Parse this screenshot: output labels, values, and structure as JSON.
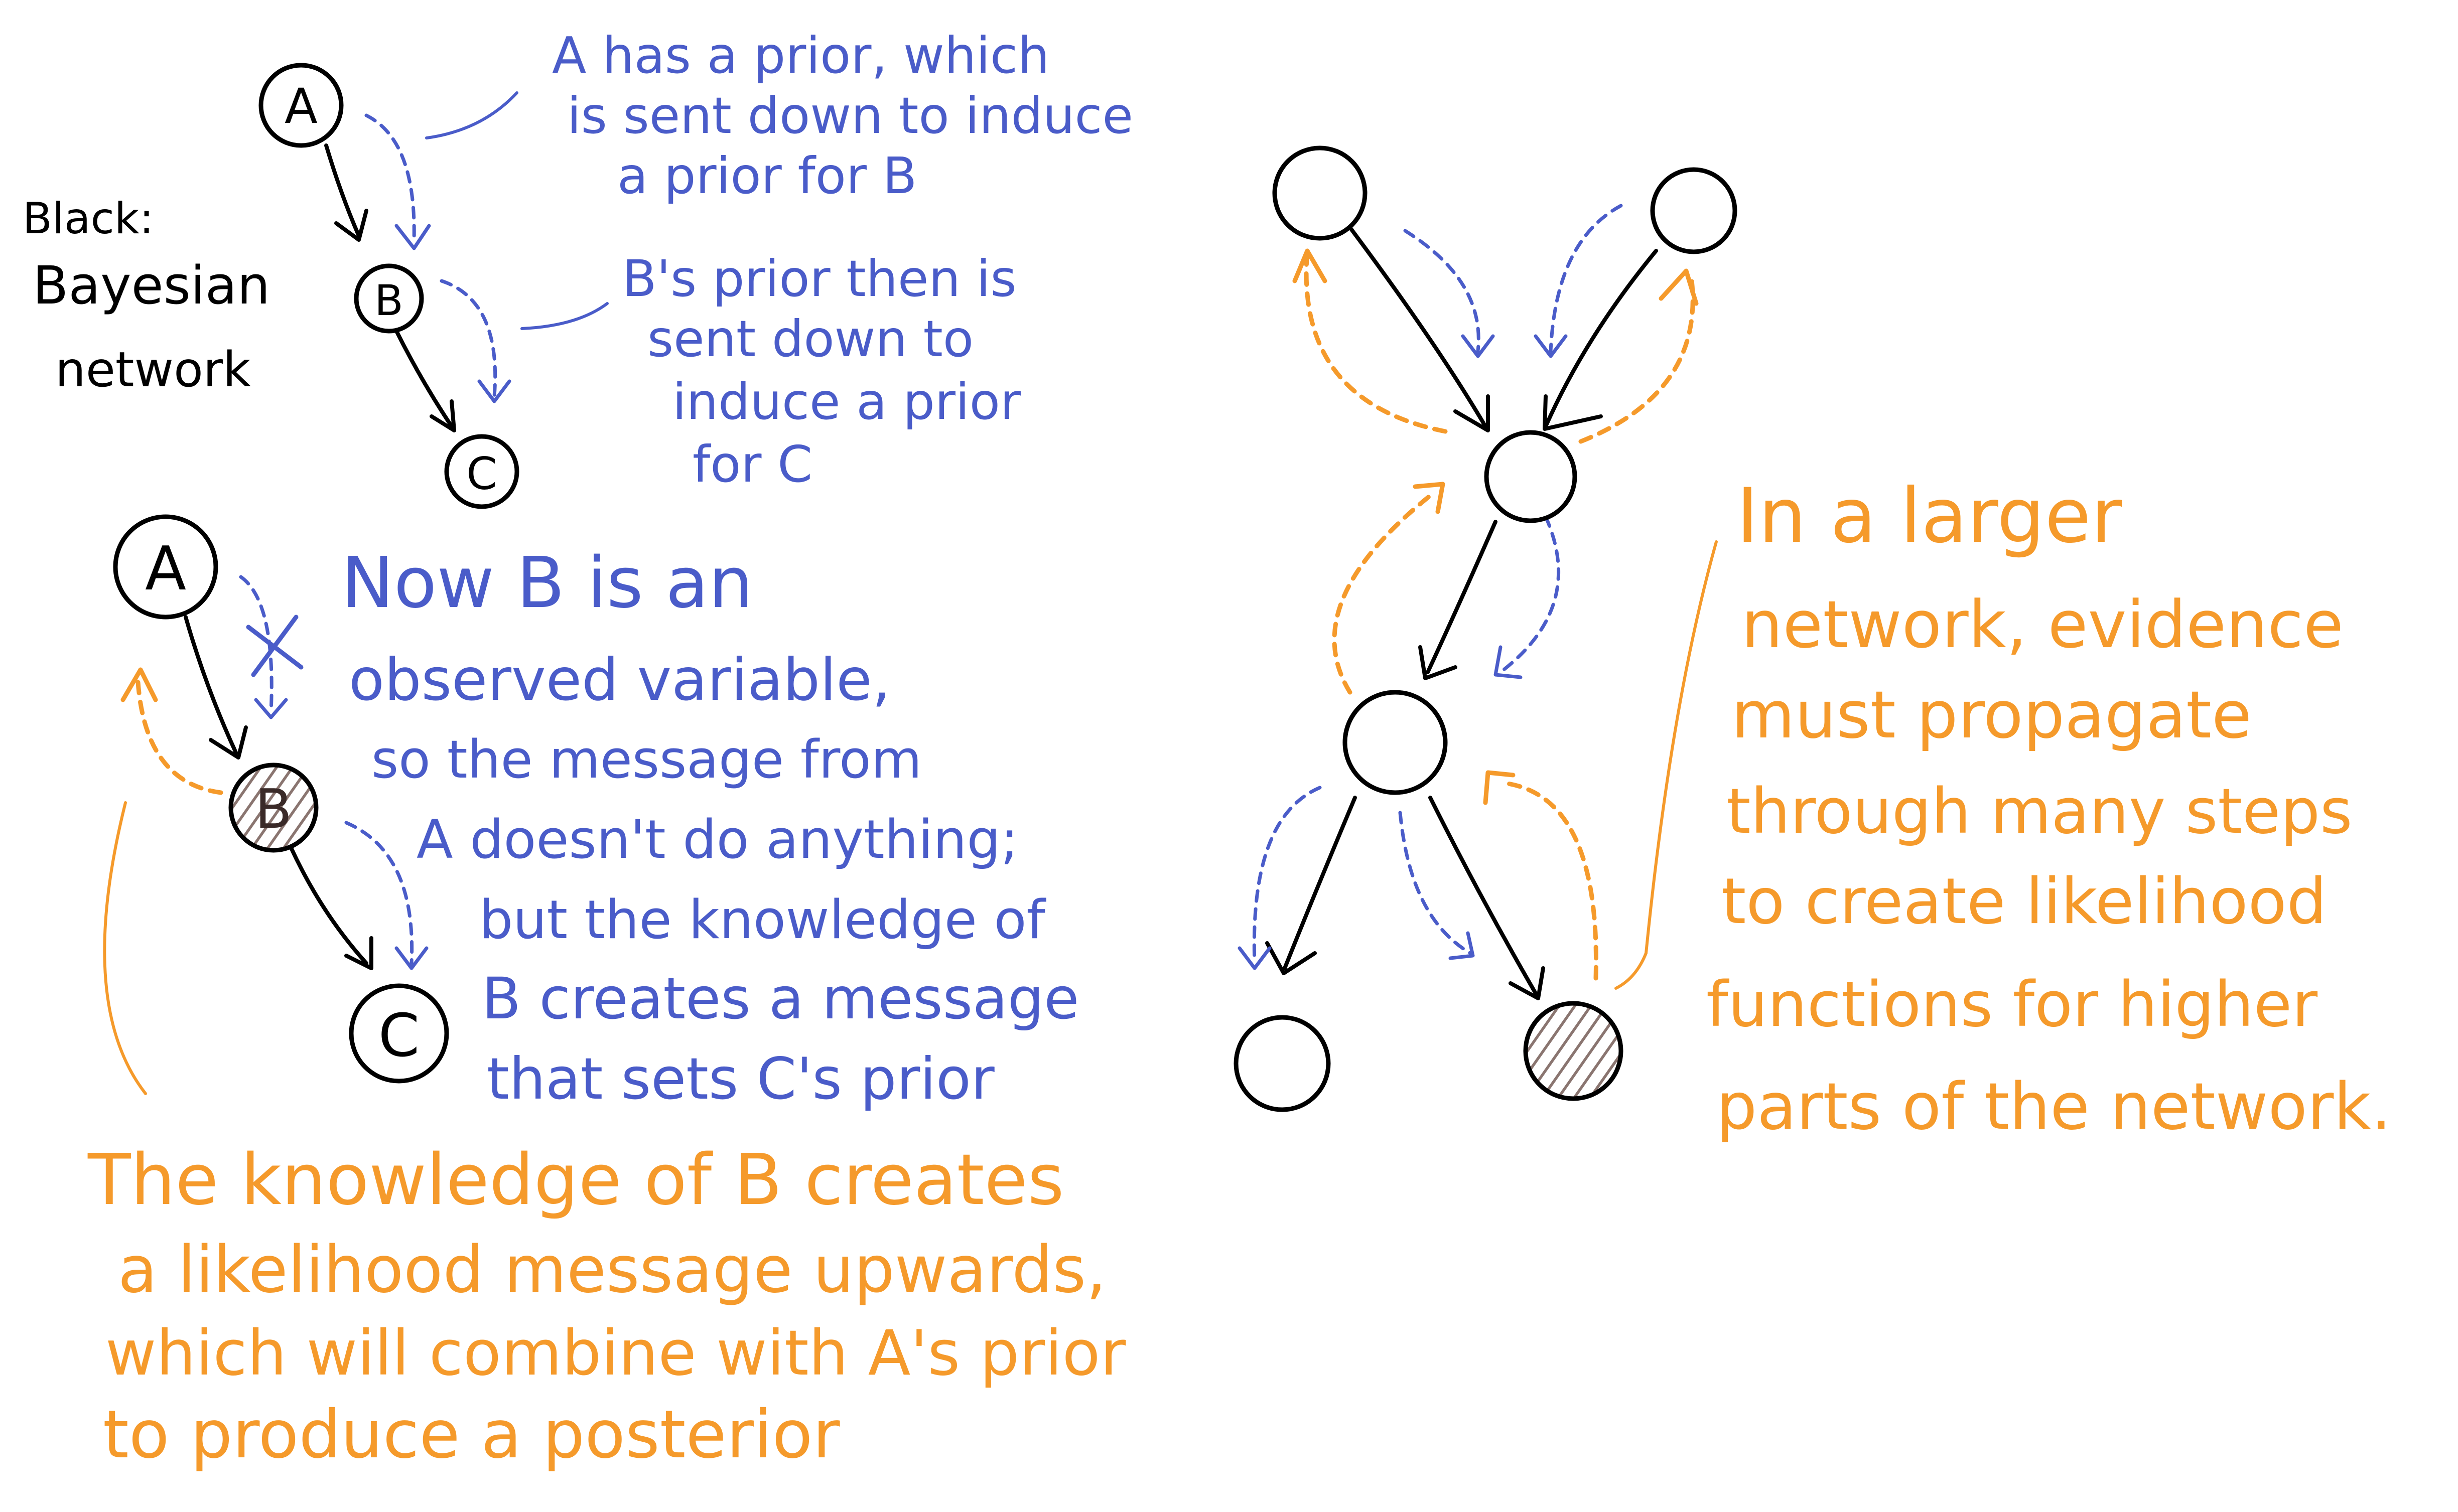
{
  "legend": {
    "line1": "Black:",
    "line2": "Bayesian",
    "line3": "network"
  },
  "diagram1": {
    "nodes": {
      "a": "A",
      "b": "B",
      "c": "C"
    },
    "note_a": [
      "A has a prior, which",
      "is sent down to induce",
      "a prior for B"
    ],
    "note_b": [
      "B's prior then is",
      "sent down to",
      "induce a prior",
      "for C"
    ]
  },
  "diagram2": {
    "nodes": {
      "a": "A",
      "b": "B",
      "c": "C"
    },
    "note_blue": [
      "Now B is an",
      "observed variable,",
      "so the message from",
      "A doesn't do anything;",
      "but the knowledge of",
      "B creates a message",
      "that sets C's prior"
    ],
    "note_orange": [
      "The knowledge of B creates",
      "a likelihood message upwards,",
      "which will combine with A's prior",
      "to produce a posterior"
    ]
  },
  "diagram3": {
    "note_orange": [
      "In a larger",
      "network, evidence",
      "must propagate",
      "through many steps",
      "to create likelihood",
      "functions for higher",
      "parts of the network."
    ]
  },
  "colors": {
    "blue": "#4a5cc9",
    "orange": "#f59a2b",
    "black": "#000000",
    "hatch": "#8a7570"
  }
}
